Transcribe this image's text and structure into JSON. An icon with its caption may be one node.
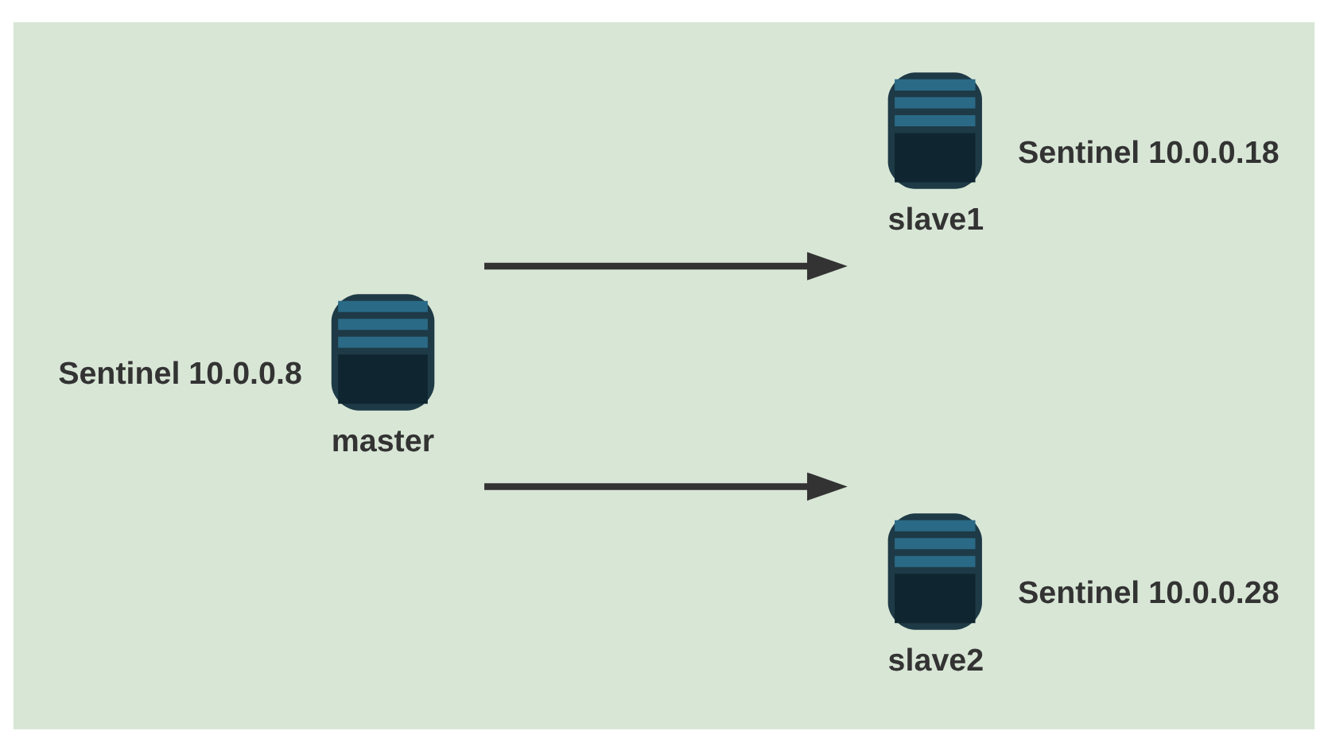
{
  "diagram": {
    "nodes": [
      {
        "text": [
          "master"
        ],
        "beside": [
          "Sentinel 10.0.0.8"
        ]
      },
      {
        "text": [
          "slave1"
        ],
        "beside": [
          "Sentinel 10.0.0.18"
        ]
      },
      {
        "text": [
          "slave2"
        ],
        "beside": [
          "Sentinel 10.0.0.28"
        ]
      }
    ],
    "edges": [
      {
        "from": 0,
        "to": 1,
        "arrow": "to"
      },
      {
        "from": 0,
        "to": 2,
        "arrow": "to"
      }
    ]
  }
}
